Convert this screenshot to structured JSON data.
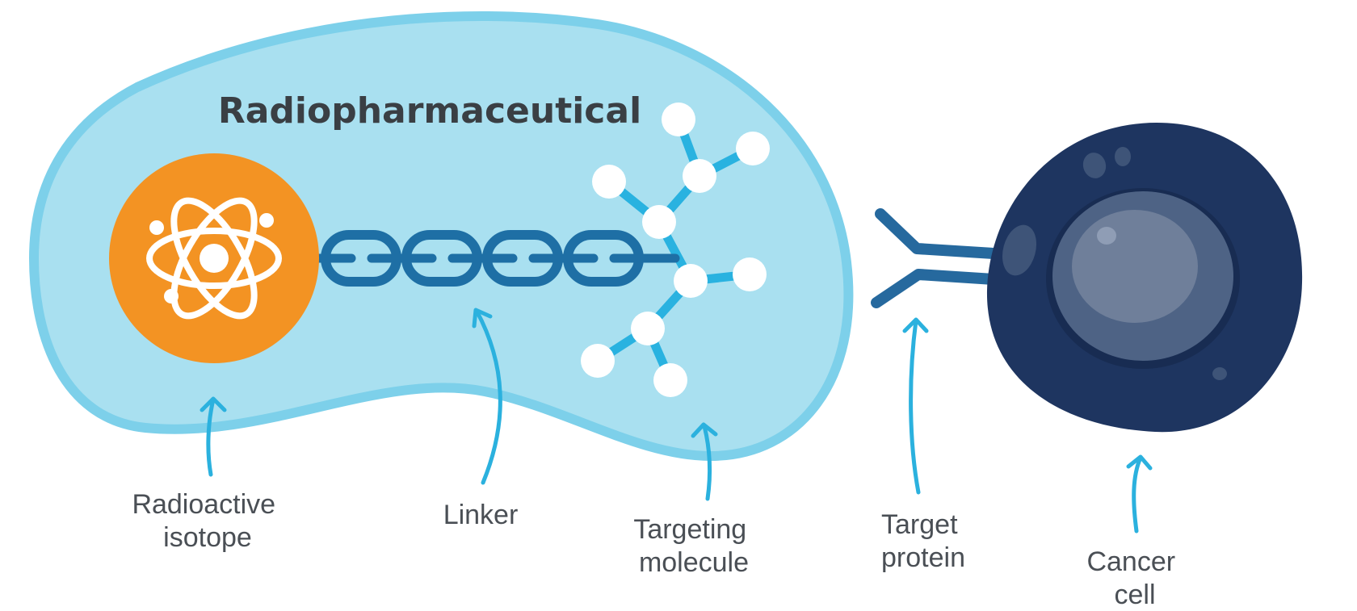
{
  "title": "Radiopharmaceutical",
  "labels": {
    "isotope": [
      "Radioactive",
      "isotope"
    ],
    "linker": [
      "Linker"
    ],
    "targeting": [
      "Targeting",
      "molecule"
    ],
    "protein": [
      "Target",
      "protein"
    ],
    "cell": [
      "Cancer",
      "cell"
    ]
  },
  "colors": {
    "blob_fill": "#a9e0f0",
    "blob_stroke": "#7dd0ea",
    "isotope": "#f39323",
    "linker": "#1e6fa5",
    "molecule": "#29b2e0",
    "protein": "#26699e",
    "cell": "#1e3560",
    "nucleus": "#4e6385",
    "arrow": "#2bb1de"
  },
  "icons": [
    "atom-icon"
  ]
}
